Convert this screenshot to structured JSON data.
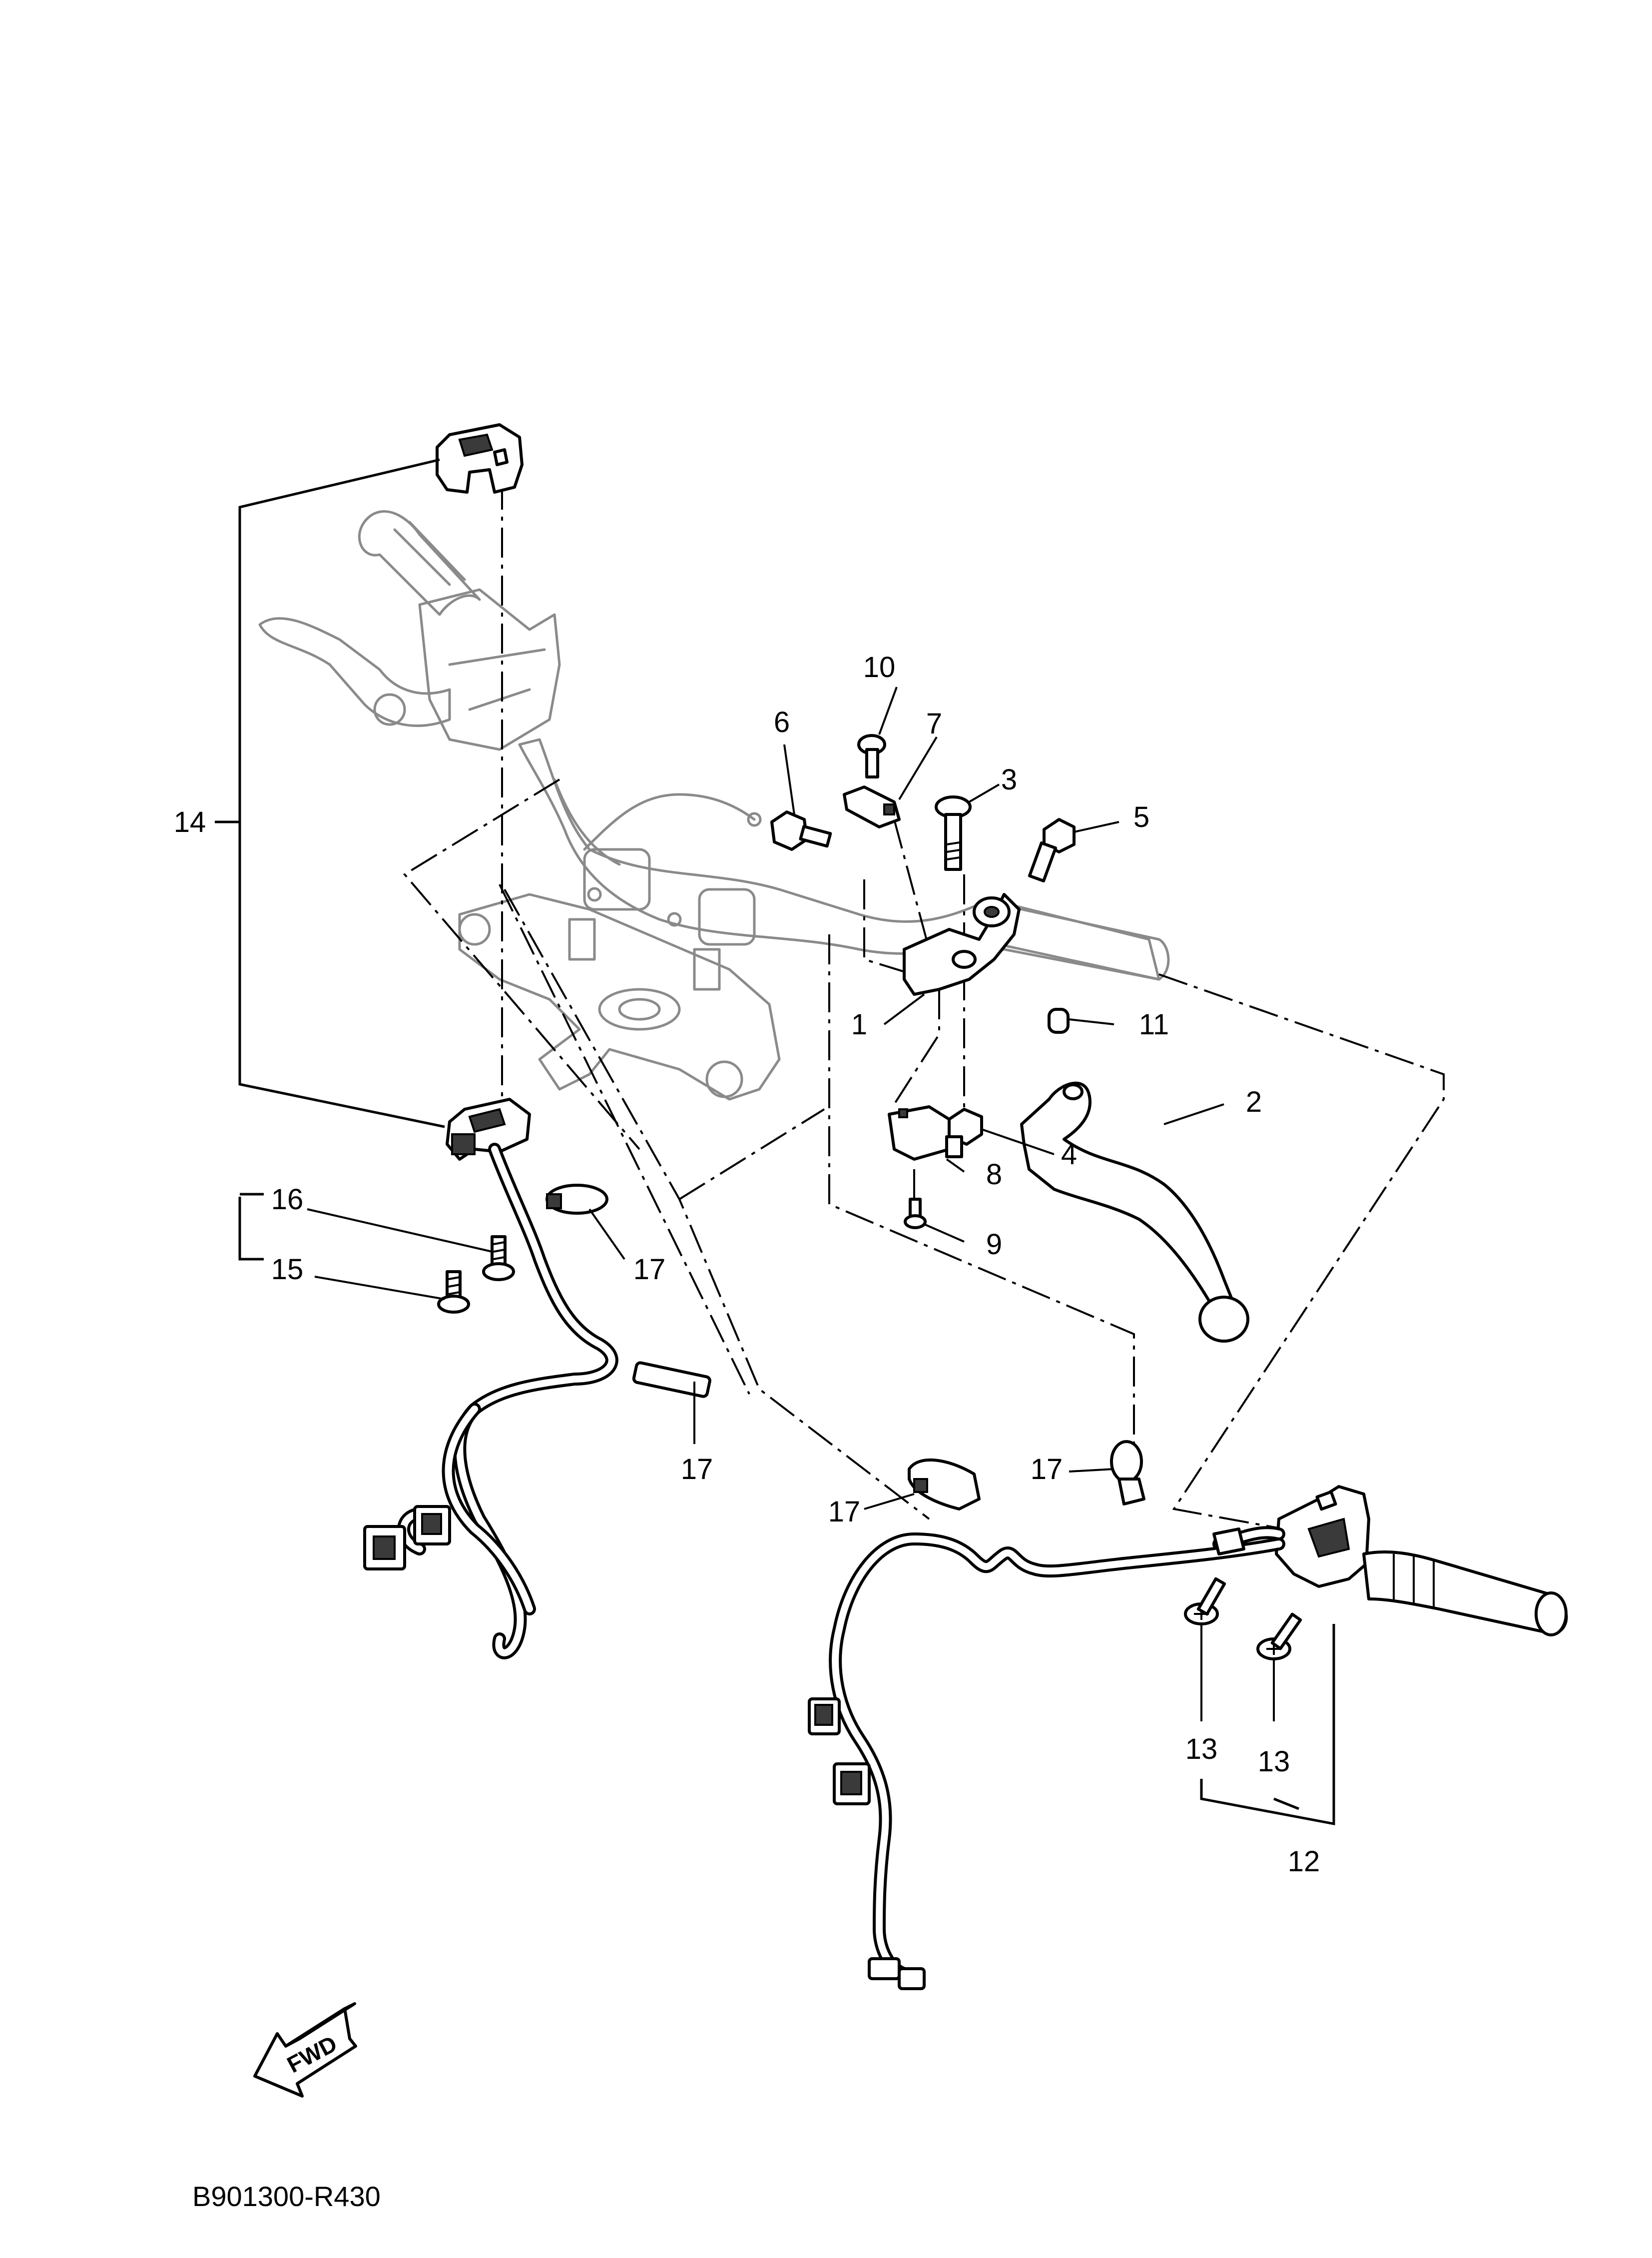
{
  "labels": {
    "p1": "1",
    "p2": "2",
    "p3": "3",
    "p4": "4",
    "p5": "5",
    "p6": "6",
    "p7": "7",
    "p8": "8",
    "p9": "9",
    "p10": "10",
    "p11": "11",
    "p12": "12",
    "p13a": "13",
    "p13b": "13",
    "p14": "14",
    "p15": "15",
    "p16": "16",
    "p17a": "17",
    "p17b": "17",
    "p17c": "17",
    "p17d": "17"
  },
  "fwd_badge": "FWD",
  "diagram_code": "B901300-R430",
  "colors": {
    "ink": "#000000",
    "ghost": "#8a8a8a",
    "background": "#ffffff"
  }
}
